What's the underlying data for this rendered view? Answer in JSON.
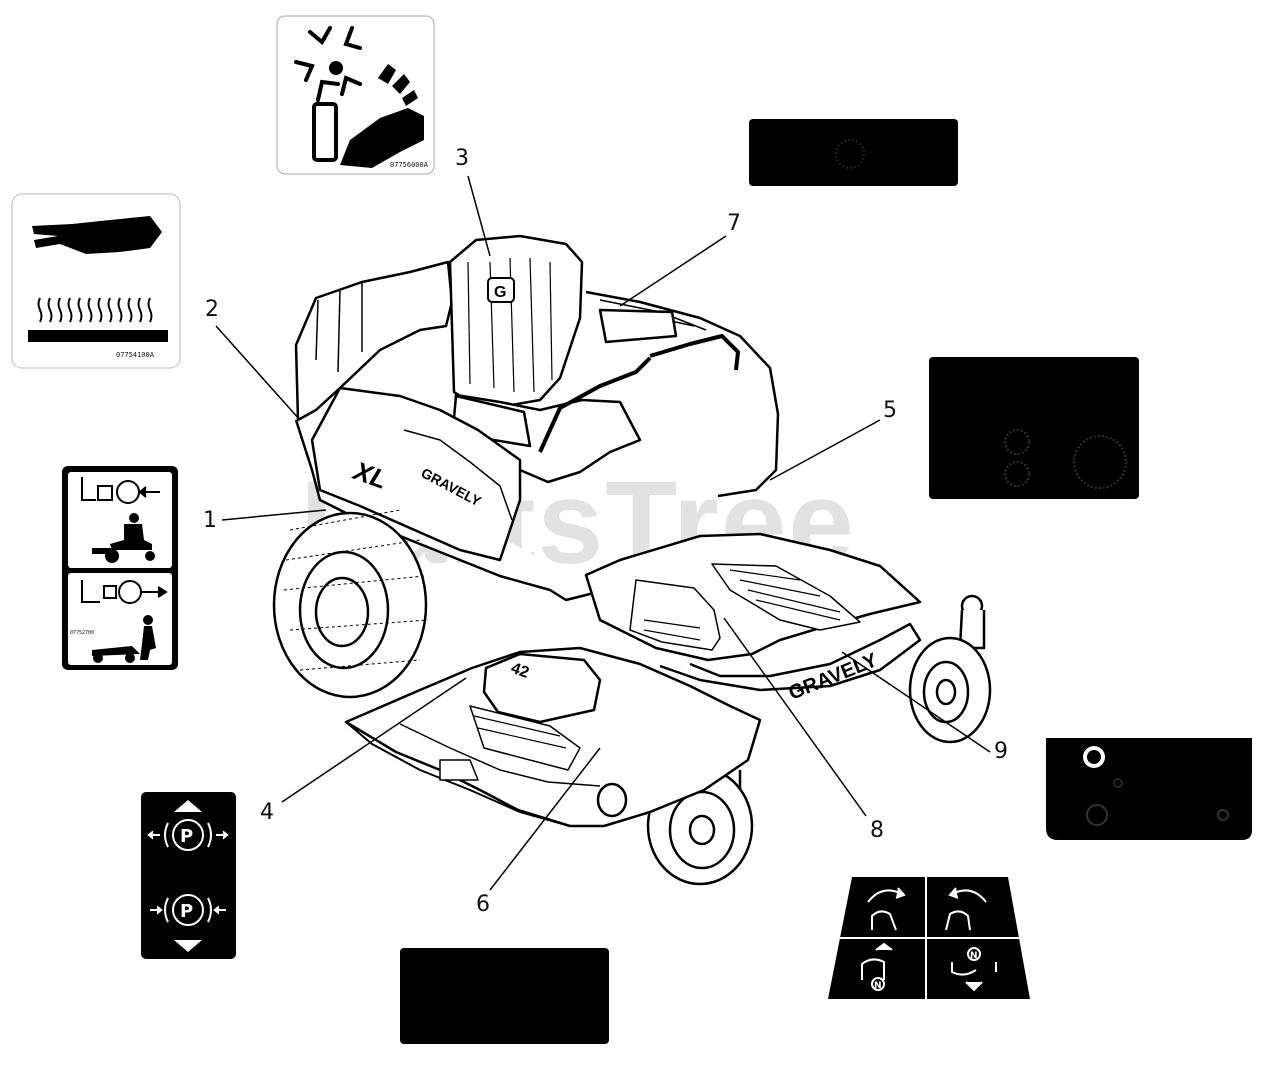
{
  "watermark": "PartsTree",
  "callouts": [
    {
      "id": "1",
      "label": "1"
    },
    {
      "id": "2",
      "label": "2"
    },
    {
      "id": "3",
      "label": "3"
    },
    {
      "id": "4",
      "label": "4"
    },
    {
      "id": "5",
      "label": "5"
    },
    {
      "id": "6",
      "label": "6"
    },
    {
      "id": "7",
      "label": "7"
    },
    {
      "id": "8",
      "label": "8"
    },
    {
      "id": "9",
      "label": "9"
    }
  ],
  "decal_codes": {
    "hot_surface": "07754100A",
    "rotating_parts": "07756000A",
    "throttle_small": "07752700"
  },
  "mower_text": {
    "model": "XL",
    "brand_dash": "GRAVELY",
    "brand_frame": "GRAVELY",
    "deck_size": "42",
    "seat_logo": "G"
  },
  "parking_brake_glyph": "P",
  "neutral_glyph": "N",
  "colors": {
    "ink": "#111111",
    "decal_fill": "#000000",
    "background": "#ffffff",
    "watermark": "#e2e2e2"
  }
}
